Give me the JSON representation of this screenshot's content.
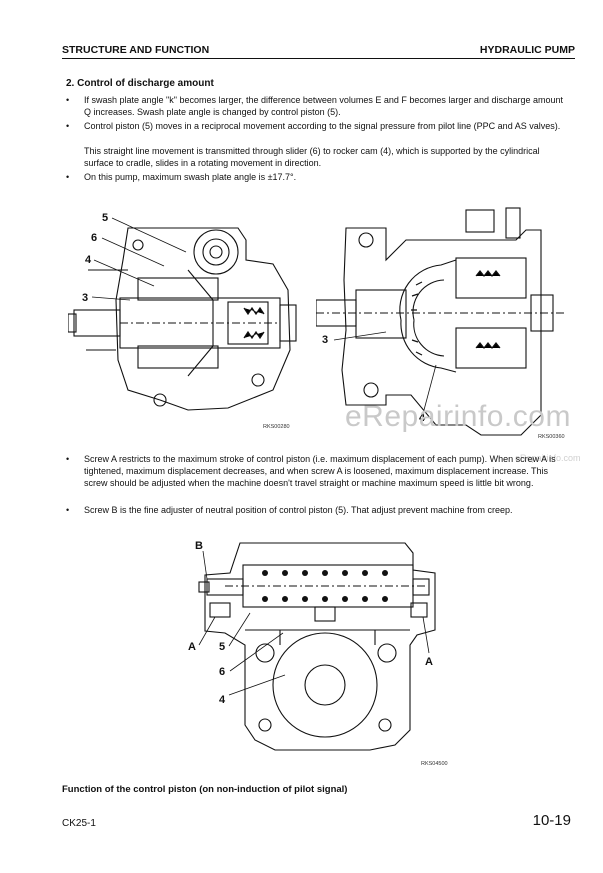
{
  "header": {
    "left": "STRUCTURE AND FUNCTION",
    "right": "HYDRAULIC PUMP"
  },
  "section": {
    "title": "2.   Control of discharge amount"
  },
  "bullets_top": [
    "If swash plate angle \"k\" becomes larger, the difference between volumes E and F becomes larger and discharge amount Q increases. Swash plate angle is changed by control piston (5).",
    "Control piston (5) moves in a reciprocal movement according to the signal pressure from pilot line (PPC and AS valves).",
    "This straight line movement is transmitted through slider (6) to rocker cam (4), which is supported by the cylindrical surface to cradle, slides in a rotating movement in direction.",
    "On this pump, maximum swash plate angle is ±17.7°."
  ],
  "figure1": {
    "labels": {
      "c5": "5",
      "c6": "6",
      "c4": "4",
      "c3": "3"
    },
    "id": "RKS00280"
  },
  "figure2": {
    "labels": {
      "c3": "3",
      "c4": "4"
    },
    "id": "RKS00360"
  },
  "watermark": {
    "text": "eRepairinfo.com",
    "small": "eRepairinfo.com"
  },
  "bullets_mid": [
    "Screw A restricts to the maximum stroke of control piston (i.e. maximum displacement of each pump). When screw A is tightened, maximum displacement decreases, and when screw A is loosened, maximum displacement increase. This screw should be adjusted when the machine doesn't travel straight or machine maximum speed is little bit wrong.",
    "Screw B is the fine adjuster of neutral position of control piston (5). That adjust prevent machine from creep."
  ],
  "figure3": {
    "labels": {
      "B": "B",
      "A_left": "A",
      "c5": "5",
      "c6": "6",
      "c4": "4",
      "A_right": "A"
    },
    "id": "RKS04500"
  },
  "function_title": "Function of the control piston (on non-induction of pilot signal)",
  "footer": {
    "model": "CK25-1",
    "page": "10-19"
  }
}
